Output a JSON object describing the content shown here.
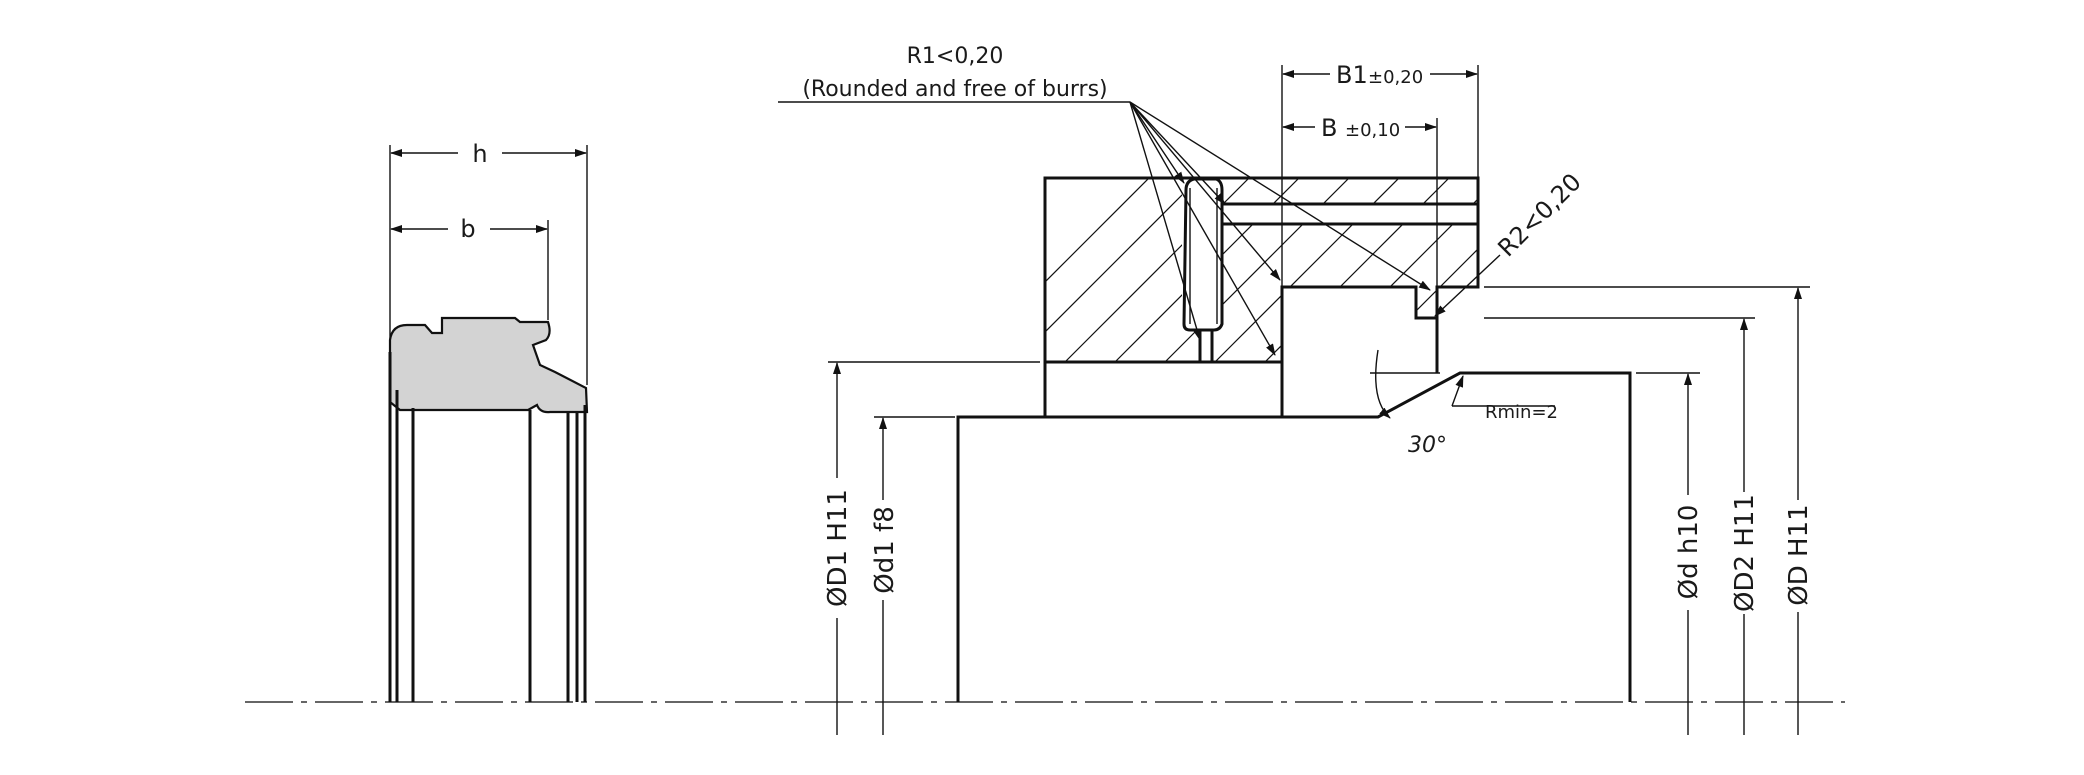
{
  "labels": {
    "r1": "R1<0,20",
    "r1_note": "(Rounded and free of burrs)",
    "b1": "B1",
    "b1_tol": "±0,20",
    "b": "B",
    "b_tol": "±0,10",
    "r2": "R2<0,20",
    "rmin": "Rmin=2",
    "angle": "30°",
    "h": "h",
    "b_seal": "b",
    "D1": "ØD1 H11",
    "d1": "Ød1 f8",
    "d": "Ød h10",
    "D2": "ØD2 H11",
    "D": "ØD H11"
  },
  "colors": {
    "line": "#111111",
    "seal_fill": "#d3d3d3",
    "background": "#ffffff"
  }
}
